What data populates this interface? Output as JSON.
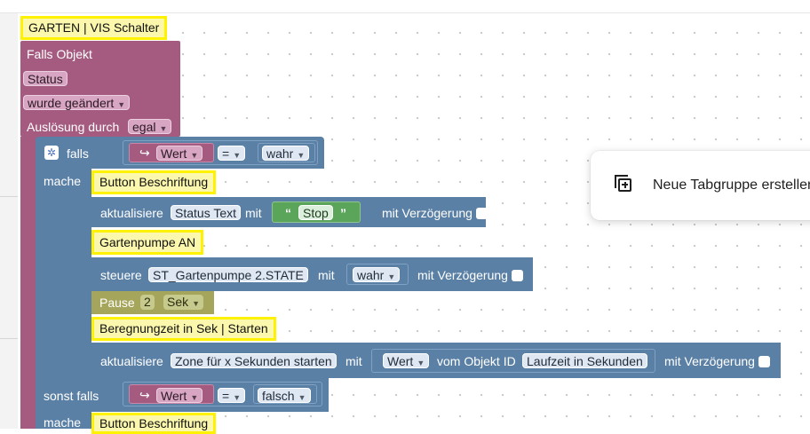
{
  "event_block": {
    "comment": "GARTEN | VIS Schalter",
    "label_falls_objekt": "Falls Objekt",
    "object": "Status",
    "trigger": "wurde geändert",
    "trigger_by_label": "Auslösung durch",
    "trigger_by_value": "egal"
  },
  "if_block": {
    "falls": "falls",
    "mache": "mache",
    "condition": {
      "var": "Wert",
      "op": "=",
      "value": "wahr"
    }
  },
  "statements": [
    {
      "comment": "Button Beschriftung",
      "action": "aktualisiere",
      "target": "Status Text",
      "mit": "mit",
      "value": "Stop",
      "delay_label": "mit Verzögerung"
    },
    {
      "comment": "Gartenpumpe AN",
      "action": "steuere",
      "target": "ST_Gartenpumpe 2.STATE",
      "mit": "mit",
      "value": "wahr",
      "delay_label": "mit Verzögerung"
    },
    {
      "pause_label": "Pause",
      "pause_value": "2",
      "pause_unit": "Sek"
    },
    {
      "comment": "Beregnungzeit in Sek  | Starten",
      "action": "aktualisiere",
      "target": "Zone für x Sekunden starten",
      "mit": "mit",
      "value_var": "Wert",
      "from_object_label": "vom Objekt ID",
      "from_object": "Laufzeit in Sekunden",
      "delay_label": "mit Verzögerung"
    }
  ],
  "else_if_block": {
    "label": "sonst falls",
    "mache": "mache",
    "condition": {
      "var": "Wert",
      "op": "=",
      "value": "falsch"
    },
    "comment": "Button Beschriftung"
  },
  "popup": {
    "text": "Neue Tabgruppe erstellen",
    "icon": "add-tab-group-icon"
  },
  "colors": {
    "event": "#a55b80",
    "logic": "#5b80a5",
    "text": "#5ba55b",
    "timing": "#a5a55b",
    "comment_bg": "#fbf7ac",
    "comment_border": "#fff200"
  }
}
